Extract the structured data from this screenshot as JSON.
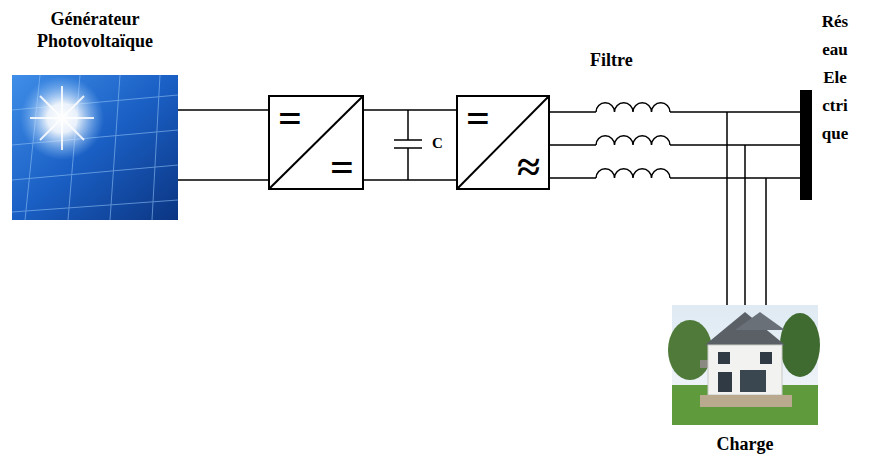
{
  "diagram": {
    "nodes": [
      {
        "text": [
          "Générateur Photovoltaïque"
        ]
      },
      {
        "text": [
          "=",
          "="
        ]
      },
      {
        "text": [
          "=",
          "≈"
        ]
      },
      {
        "text": [
          "Réseau Electrique"
        ]
      },
      {
        "text": [
          "Charge"
        ]
      }
    ],
    "edges": [
      {
        "from": 0,
        "to": 1,
        "arrow": "none"
      },
      {
        "from": 1,
        "to": 2,
        "arrow": "none"
      },
      {
        "from": 2,
        "to": 3,
        "arrow": "none"
      },
      {
        "from": 3,
        "to": 4,
        "arrow": "none"
      }
    ],
    "labels": [
      "C",
      "Filtre"
    ]
  }
}
